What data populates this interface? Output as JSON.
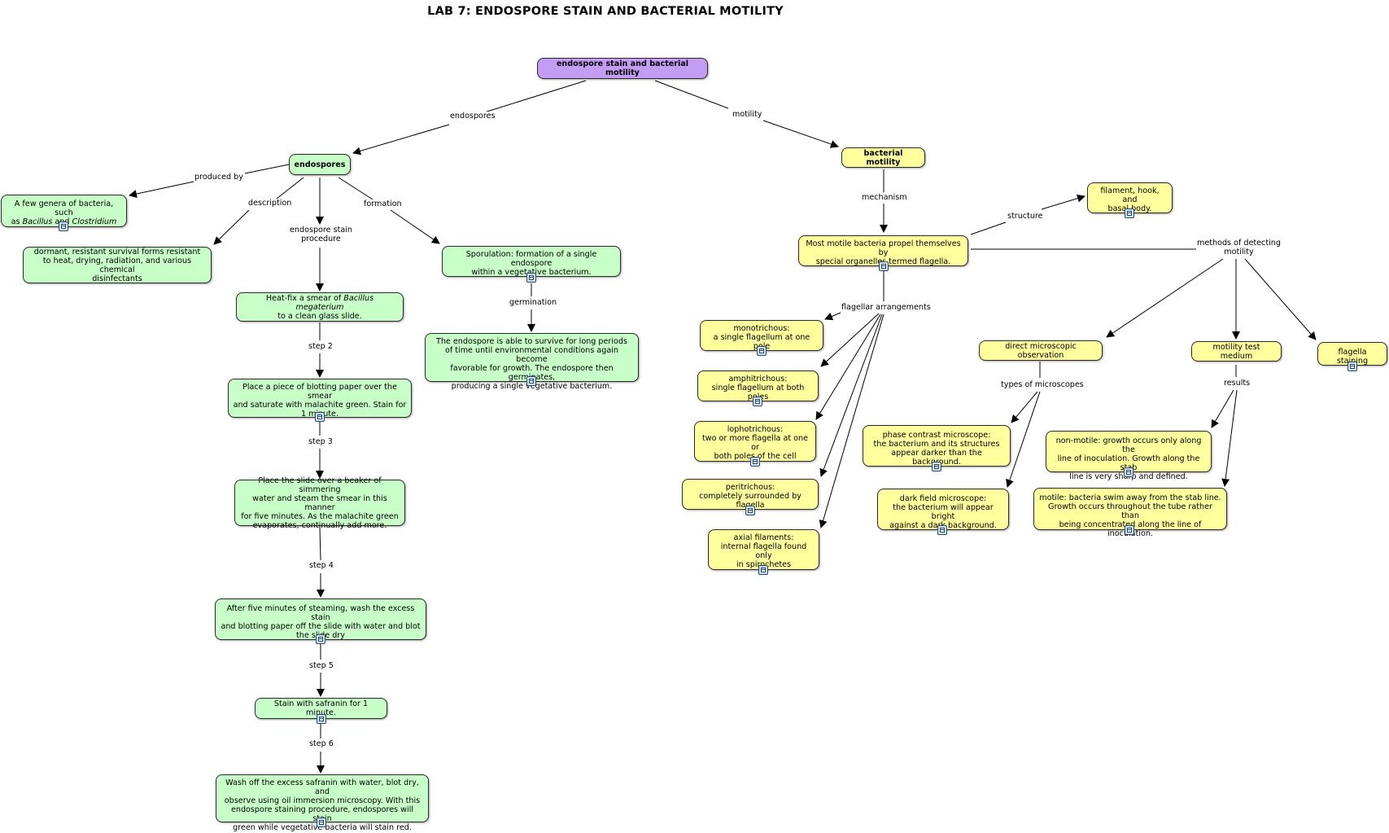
{
  "title": "LAB 7: ENDOSPORE STAIN AND BACTERIAL MOTILITY",
  "colors": {
    "root": "#c49cf4",
    "endospore_branch": "#c8ffc8",
    "motility_branch": "#ffff9e",
    "lines": "#000000"
  },
  "icons": {
    "resource": "document-resource-icon"
  },
  "nodes": {
    "root": "endospore stain and bacterial motility",
    "endospores": "endospores",
    "bacterial_motility": "bacterial motility",
    "genera": [
      "A few genera of bacteria, such",
      "as ",
      "Bacillus",
      "  and ",
      "Clostridium"
    ],
    "dormant": "dormant, resistant survival forms resistant\nto heat, drying, radiation, and various chemical\ndisinfectants",
    "step1": [
      "Heat-fix a smear of ",
      "Bacillus megaterium",
      "to a clean glass slide."
    ],
    "step2": "Place a piece of blotting paper over the smear\nand saturate with malachite green. Stain for\n1 minute.",
    "step3": "Place the slide over a beaker of simmering\nwater and steam the smear in this manner\nfor five minutes. As the malachite green\nevaporates, continually add more.",
    "step4": "After five minutes of steaming, wash the excess stain\nand blotting paper off the slide with water and blot\nthe slide dry",
    "step5": "Stain with safranin for 1 minute.",
    "step6": "Wash off the excess safranin with water, blot dry, and\nobserve using oil immersion microscopy. With this\nendospore staining procedure, endospores will stain\ngreen while vegetative bacteria will stain red.",
    "sporulation": "Sporulation: formation of a single endospore\nwithin a vegetative bacterium.",
    "germination_desc": "The endospore is able to survive for long periods\nof time until environmental conditions again become\nfavorable for growth. The endospore then germinates,\nproducing a single vegetative bacterium.",
    "flagella": "Most motile bacteria propel themselves by\nspecial organelles termed flagella.",
    "filament": "filament, hook, and\nbasal body.",
    "monotrichous": "monotrichous:\na single flagellum at one pole",
    "amphitrichous": "amphitrichous:\nsingle flagellum at both poles",
    "lophotrichous": "lophotrichous:\ntwo or more flagella at one or\nboth poles of the cell",
    "peritrichous": "peritrichous:\ncompletely surrounded by flagella",
    "axial": "axial filaments:\ninternal flagella found only\nin spirochetes",
    "direct_obs": "direct microscopic observation",
    "motility_medium": "motility test medium",
    "flagella_staining": "flagella staining",
    "phase_contrast": "phase contrast microscope:\nthe bacterium and its structures\nappear darker than the background.",
    "dark_field": "dark field microscope:\nthe bacterium will appear bright\nagainst a dark background.",
    "non_motile": "non-motile: growth occurs only along the\nline of inoculation. Growth along the stab\nline is very sharp and defined.",
    "motile": "motile: bacteria swim away from the stab line.\nGrowth occurs throughout the tube rather than\nbeing concentrated along the line of inoculation."
  },
  "links": {
    "endospores": "endospores",
    "motility": "motility",
    "produced_by": "produced by",
    "description": "description",
    "procedure": "endospore stain\nprocedure",
    "formation": "formation",
    "germination": "germination",
    "step2": "step 2",
    "step3": "step 3",
    "step4": "step 4",
    "step5": "step 5",
    "step6": "step 6",
    "mechanism": "mechanism",
    "structure": "structure",
    "methods": "methods of detecting\nmotility",
    "arrangements": "flagellar arrangements",
    "types": "types of microscopes",
    "results": "results"
  }
}
